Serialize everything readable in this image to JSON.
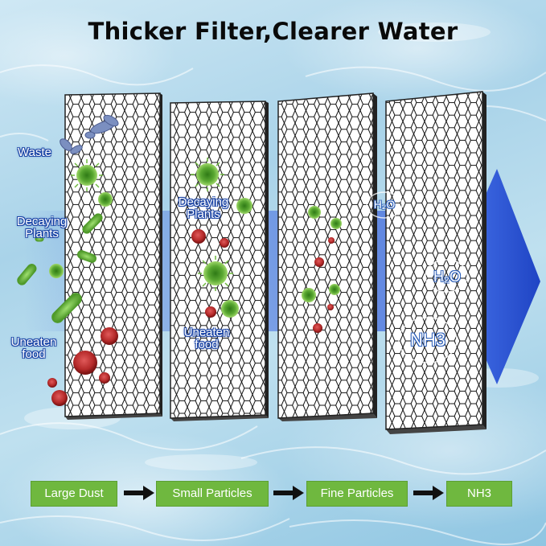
{
  "title": "Thicker Filter,Clearer Water",
  "left_labels": {
    "waste": "Waste",
    "decaying_plants": "Decaying\nPlants",
    "uneaten_food": "Uneaten\nfood"
  },
  "filter2_labels": {
    "decaying_plants": "Decaying\nPlants",
    "uneaten_food": "Uneaten\nfood"
  },
  "chemicals": {
    "h2o_small": "H₂O",
    "h2o": "H₂O",
    "nh3": "NH3"
  },
  "stages": [
    {
      "label": "Large Dust"
    },
    {
      "label": "Small Particles"
    },
    {
      "label": "Fine Particles"
    },
    {
      "label": "NH3"
    }
  ],
  "colors": {
    "stage_green": "#6fb83f",
    "arrow_blue": "#2b55d6",
    "label_outline": "#1c45a6",
    "bacteria_green": "#5aa832",
    "particle_red": "#b52a2a"
  },
  "icons": [
    "bacteria-icon",
    "particle-icon",
    "waste-icon",
    "arrow-right-icon"
  ]
}
